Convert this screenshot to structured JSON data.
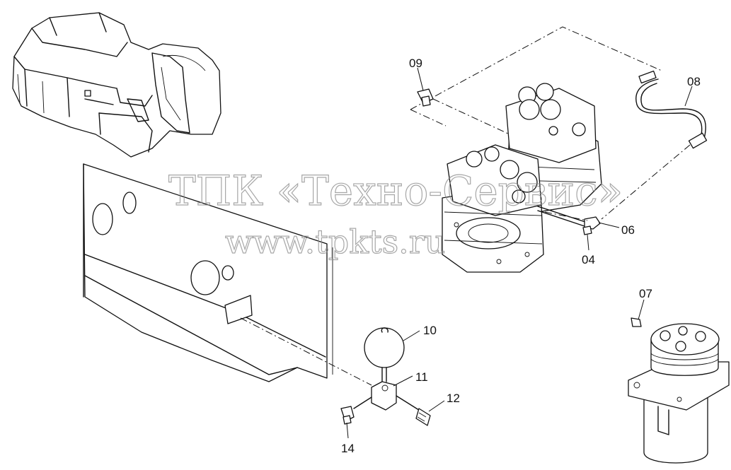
{
  "watermark": {
    "line1": "ТПК «Техно-Сервис»",
    "line2": "www.tpkts.ru"
  },
  "callouts": [
    {
      "id": "c09",
      "label": "09"
    },
    {
      "id": "c08",
      "label": "08"
    },
    {
      "id": "c06",
      "label": "06"
    },
    {
      "id": "c04",
      "label": "04"
    },
    {
      "id": "c07",
      "label": "07"
    },
    {
      "id": "c10",
      "label": "10"
    },
    {
      "id": "c11",
      "label": "11"
    },
    {
      "id": "c12",
      "label": "12"
    },
    {
      "id": "c14",
      "label": "14"
    }
  ]
}
